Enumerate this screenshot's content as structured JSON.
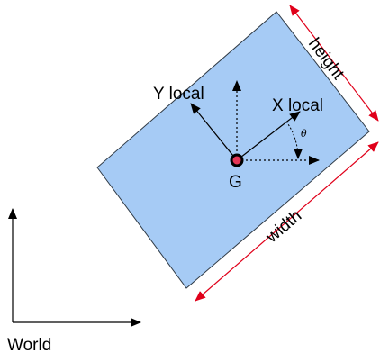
{
  "labels": {
    "height": "height",
    "width": "width",
    "x_local": "X local",
    "y_local": "Y local",
    "theta": "θ",
    "center": "G",
    "world": "World"
  },
  "colors": {
    "rectangle_fill": "#a6cbf5",
    "rectangle_stroke": "#2f3a45",
    "dimension_arrows": "#e0001a",
    "axes": "#000000",
    "center_point_fill": "#e43656"
  }
}
